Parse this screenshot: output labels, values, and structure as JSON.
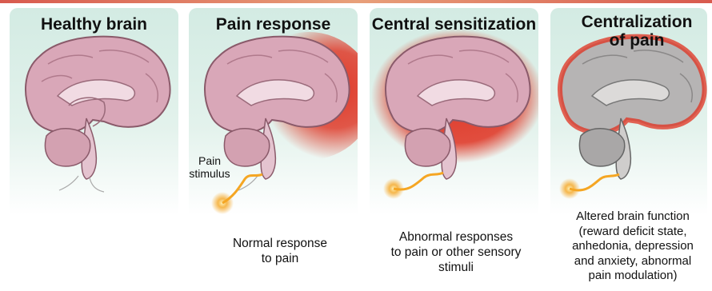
{
  "panels": [
    {
      "title": "Healthy brain",
      "caption": "",
      "glow": "none",
      "brain_tone": "pink"
    },
    {
      "title": "Pain response",
      "caption": "Normal response\nto pain",
      "glow": "right",
      "brain_tone": "pink"
    },
    {
      "title": "Central sensitization",
      "caption": "Abnormal responses\nto pain or other sensory\nstimuli",
      "glow": "full",
      "brain_tone": "pink"
    },
    {
      "title": "Centralization\nof pain",
      "caption": "Altered brain function\n(reward deficit state,\nanhedonia, depression\nand anxiety, abnormal\npain modulation)",
      "glow": "rim",
      "brain_tone": "gray"
    }
  ],
  "stimulus_label": "Pain\nstimulus",
  "colors": {
    "panel_bg_top": "#d3ebe3",
    "brain_pink": "#d9a7b8",
    "brain_gray": "#b6b4b4",
    "glow_red": "#e0301f",
    "nerve_orange": "#f5a623"
  }
}
